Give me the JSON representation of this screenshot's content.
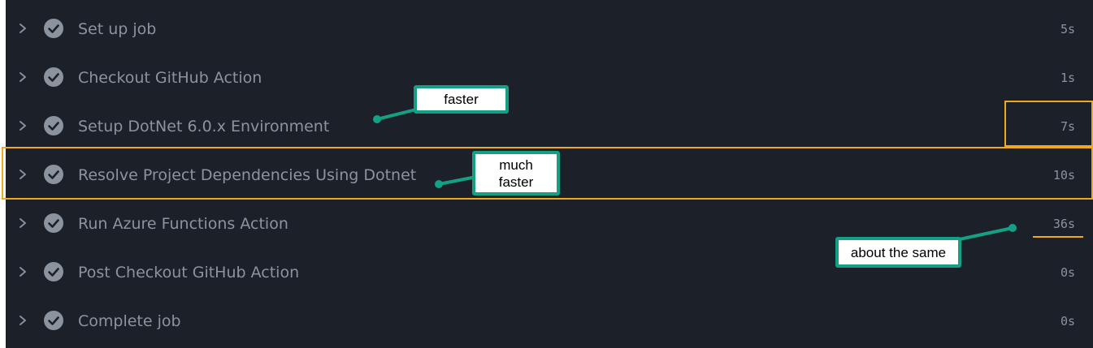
{
  "steps": [
    {
      "label": "Set up job",
      "duration": "5s"
    },
    {
      "label": "Checkout GitHub Action",
      "duration": "1s"
    },
    {
      "label": "Setup DotNet 6.0.x Environment",
      "duration": "7s"
    },
    {
      "label": "Resolve Project Dependencies Using Dotnet",
      "duration": "10s"
    },
    {
      "label": "Run Azure Functions Action",
      "duration": "36s"
    },
    {
      "label": "Post Checkout GitHub Action",
      "duration": "0s"
    },
    {
      "label": "Complete job",
      "duration": "0s"
    }
  ],
  "annotations": {
    "faster": "faster",
    "much_faster_line1": "much",
    "much_faster_line2": "faster",
    "about_the_same": "about the same"
  },
  "icons": {
    "row_expand": "chevron-right-icon",
    "step_status": "check-circle-icon"
  },
  "colors": {
    "background": "#1c2028",
    "text": "#8b949e",
    "check": "#8b949e",
    "highlight": "#f0a81d",
    "callout_border": "#14a085"
  }
}
